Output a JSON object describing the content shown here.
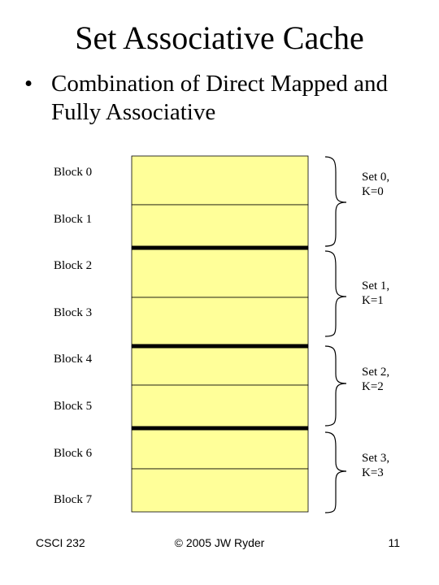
{
  "slide": {
    "title": "Set Associative Cache",
    "bullet_symbol": "•",
    "bullet_text": "Combination of Direct Mapped and Fully Associative"
  },
  "blocks": [
    "Block 0",
    "Block 1",
    "Block 2",
    "Block 3",
    "Block 4",
    "Block 5",
    "Block 6",
    "Block 7"
  ],
  "sets": [
    {
      "line1": "Set 0,",
      "line2": "K=0"
    },
    {
      "line1": "Set 1,",
      "line2": "K=1"
    },
    {
      "line1": "Set 2,",
      "line2": "K=2"
    },
    {
      "line1": "Set 3,",
      "line2": "K=3"
    }
  ],
  "colors": {
    "block_fill": "#ffff99",
    "divider": "#000000"
  },
  "footer": {
    "left": "CSCI 232",
    "center": "© 2005 JW Ryder",
    "right": "11"
  }
}
